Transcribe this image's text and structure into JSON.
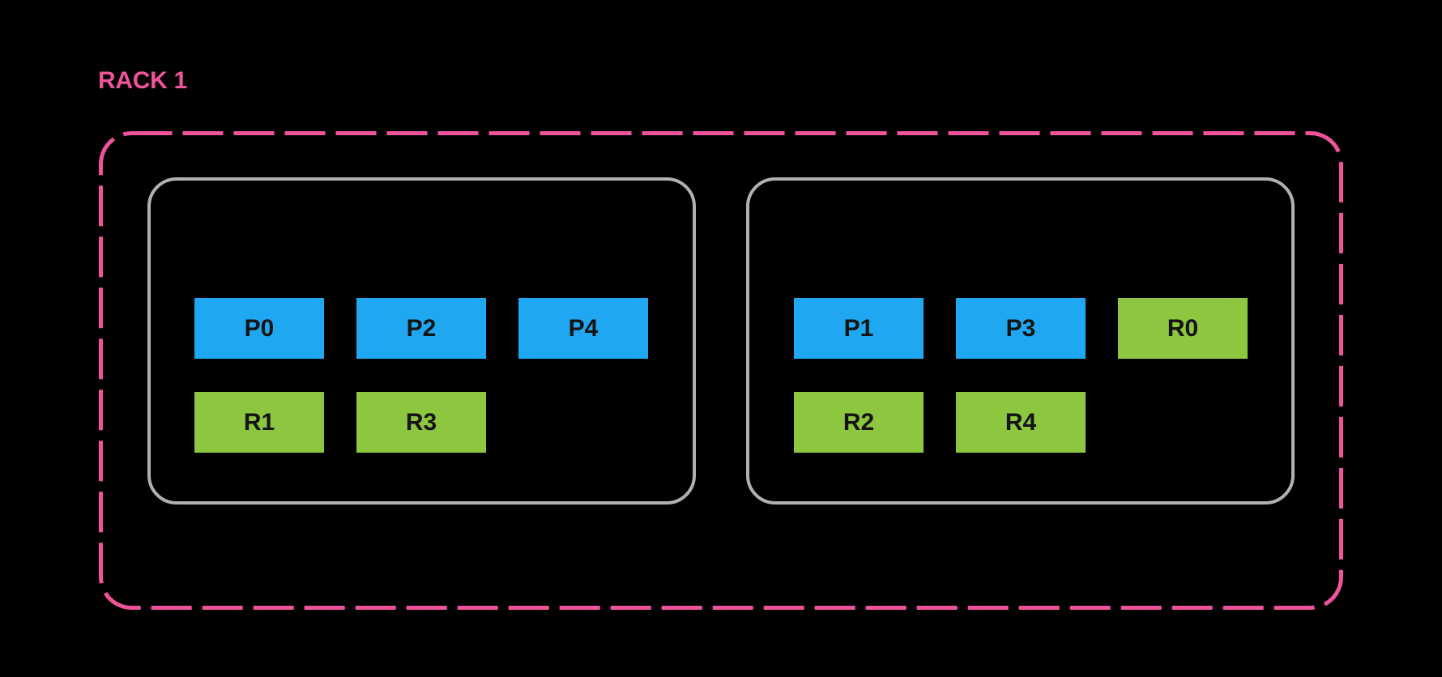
{
  "colors": {
    "background": "#000000",
    "accent_pink": "#EF539B",
    "node_border": "#B1B1B1",
    "slot_blue": "#1FA8F1",
    "slot_green": "#8DC63F",
    "slot_text": "#141414"
  },
  "rack": {
    "label": "RACK 1",
    "nodes": [
      {
        "slots": [
          {
            "label": "P0",
            "color": "#1FA8F1"
          },
          {
            "label": "P2",
            "color": "#1FA8F1"
          },
          {
            "label": "P4",
            "color": "#1FA8F1"
          },
          {
            "label": "R1",
            "color": "#8DC63F"
          },
          {
            "label": "R3",
            "color": "#8DC63F"
          }
        ]
      },
      {
        "slots": [
          {
            "label": "P1",
            "color": "#1FA8F1"
          },
          {
            "label": "P3",
            "color": "#1FA8F1"
          },
          {
            "label": "R0",
            "color": "#8DC63F"
          },
          {
            "label": "R2",
            "color": "#8DC63F"
          },
          {
            "label": "R4",
            "color": "#8DC63F"
          }
        ]
      }
    ]
  }
}
